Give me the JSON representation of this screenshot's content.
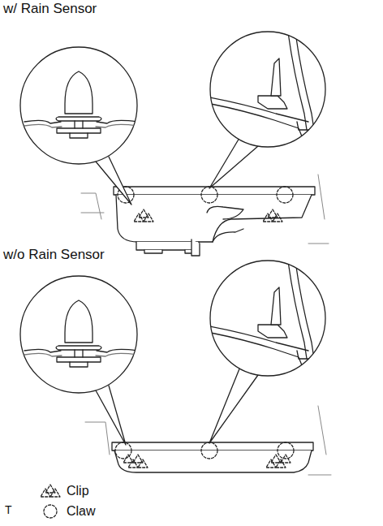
{
  "diagram": {
    "labels": [
      "w/ Rain Sensor",
      "w/o Rain Sensor",
      "T"
    ],
    "legend": [
      {
        "text": "Clip"
      },
      {
        "text": "Claw"
      }
    ]
  }
}
